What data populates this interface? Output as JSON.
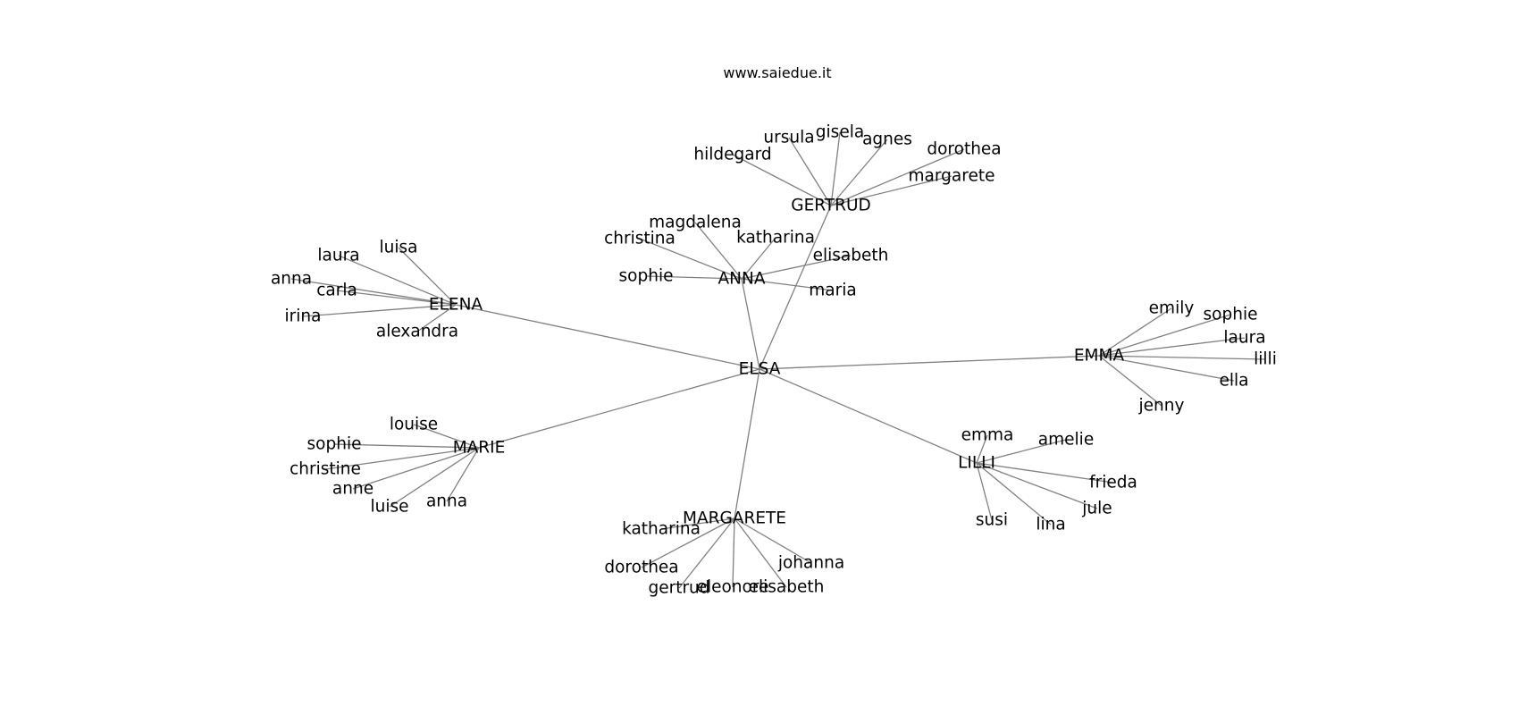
{
  "caption": "www.saiedue.it",
  "graph": {
    "root": "ELSA",
    "groups": [
      {
        "name": "GERTRUD",
        "children": [
          "hildegard",
          "ursula",
          "gisela",
          "agnes",
          "dorothea",
          "margarete"
        ]
      },
      {
        "name": "ANNA",
        "children": [
          "christina",
          "magdalena",
          "katharina",
          "elisabeth",
          "sophie",
          "maria"
        ]
      },
      {
        "name": "ELENA",
        "children": [
          "luisa",
          "laura",
          "anna",
          "carla",
          "irina",
          "alexandra"
        ]
      },
      {
        "name": "EMMA",
        "children": [
          "emily",
          "sophie",
          "laura",
          "lilli",
          "ella",
          "jenny"
        ]
      },
      {
        "name": "MARIE",
        "children": [
          "louise",
          "sophie",
          "christine",
          "anne",
          "luise",
          "anna"
        ]
      },
      {
        "name": "LILLI",
        "children": [
          "emma",
          "amelie",
          "frieda",
          "jule",
          "susi",
          "lina"
        ]
      },
      {
        "name": "MARGARETE",
        "children": [
          "katharina",
          "dorothea",
          "gertrud",
          "eleonore",
          "elisabeth",
          "johanna"
        ]
      }
    ]
  }
}
